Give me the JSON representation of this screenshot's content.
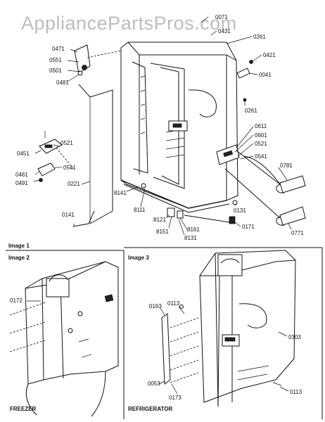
{
  "watermark": "AppliancePartsPros.com",
  "captions": {
    "image1": "Image 1",
    "image2": "Image 2",
    "image3": "Image 3",
    "freezer": "FREEZER",
    "refrigerator": "REFRIGERATOR"
  },
  "callouts": {
    "c0071": "0071",
    "c0431": "0431",
    "c0261a": "0261",
    "c0421": "0421",
    "c0041": "0041",
    "c0261b": "0261",
    "c0471": "0471",
    "c0551": "0551",
    "c0501": "0501",
    "c0481": "0481",
    "c0611": "0611",
    "c0601": "0601",
    "c0521a": "0521",
    "c0541a": "0541",
    "c0781": "0781",
    "c0451": "0451",
    "c0521b": "0521",
    "c0461": "0461",
    "c0491": "0491",
    "c0541b": "0541",
    "c0221": "0221",
    "c8141": "8141",
    "c8111": "8111",
    "c0131": "0131",
    "c0141": "0141",
    "c8121": "8121",
    "c8151": "8151",
    "c8161": "8161",
    "c8131": "8131",
    "c0171": "0171",
    "c0771": "0771",
    "c0172": "0172",
    "c0163": "0163",
    "c0113a": "0113",
    "c0303": "0303",
    "c0053": "0053",
    "c0173": "0173",
    "c0113b": "0113"
  }
}
